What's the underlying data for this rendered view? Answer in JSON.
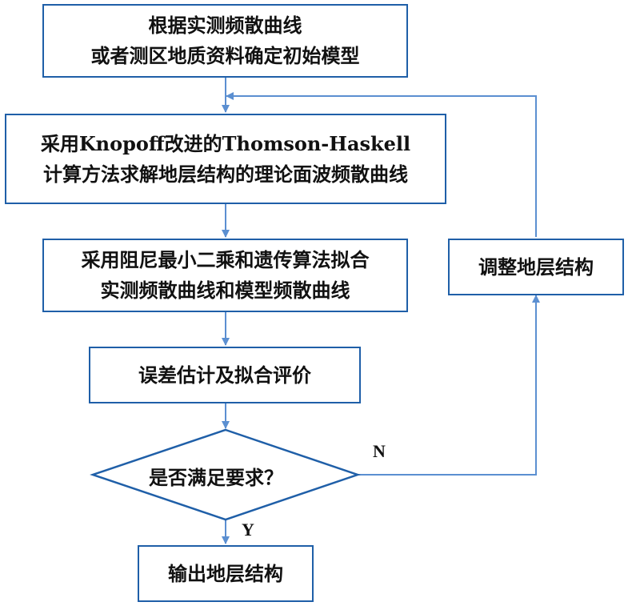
{
  "nodes": {
    "initial_model": {
      "line1": "根据实测频散曲线",
      "line2": "或者测区地质资料确定初始模型"
    },
    "compute_dispersion": {
      "line1": "采用Knopoff改进的Thomson-Haskell",
      "line2": "计算方法求解地层结构的理论面波频散曲线"
    },
    "fit_curves": {
      "line1": "采用阻尼最小二乘和遗传算法拟合",
      "line2": "实测频散曲线和模型频散曲线"
    },
    "error_estimate": {
      "label": "误差估计及拟合评价"
    },
    "decision": {
      "label": "是否满足要求？"
    },
    "adjust": {
      "label": "调整地层结构"
    },
    "output": {
      "label": "输出地层结构"
    }
  },
  "edges": {
    "no_label": "N",
    "yes_label": "Y"
  },
  "colors": {
    "box_border": "#1f5fa8",
    "arrow": "#5b8fd1"
  }
}
